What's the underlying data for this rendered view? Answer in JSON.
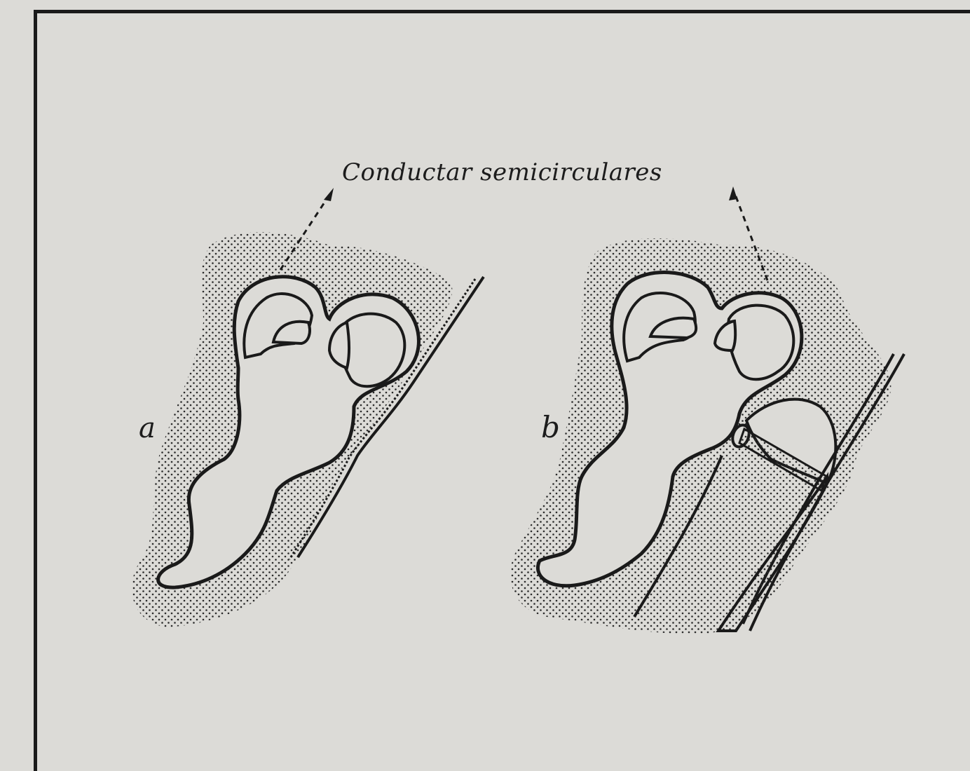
{
  "figure": {
    "caption_label": "Conductar semicirculares",
    "panel_a_label": "a",
    "panel_b_label": "b"
  },
  "colors": {
    "paper": "#dcdbd7",
    "ink": "#1a1a1a"
  }
}
